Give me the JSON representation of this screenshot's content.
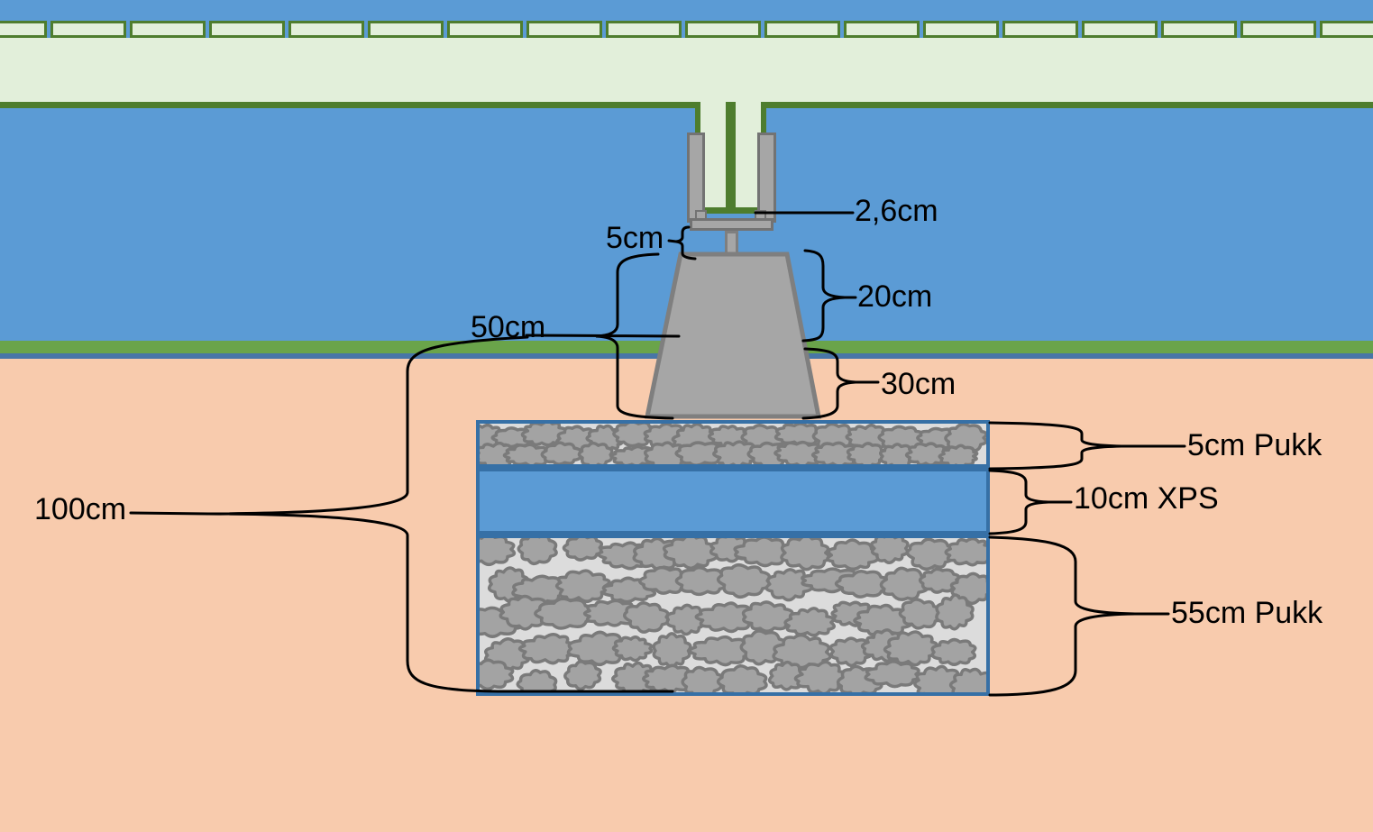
{
  "diagram": {
    "description": "Terrace post foundation cross-section with dimension callouts",
    "callouts": {
      "plate_gap": "2,6cm",
      "post_stem": "5cm",
      "footing_total_height": "50cm",
      "footing_above_ground": "20cm",
      "footing_below_ground": "30cm",
      "excavation_depth": "100cm",
      "gravel_top_layer": "5cm Pukk",
      "insulation_layer": "10cm XPS",
      "gravel_base_layer": "55cm Pukk"
    },
    "colors": {
      "sky": "#5B9BD5",
      "deck_light_green": "#E2EFDA",
      "deck_dark_green": "#4E7D2E",
      "grass": "#6AA44A",
      "ground_line": "#4876A7",
      "soil": "#F8CBAD",
      "concrete": "#A6A6A6",
      "concrete_border": "#7F7F7F",
      "gravel_background": "#DCDCDC",
      "gravel_stone": "#A3A3A3",
      "gravel_stone_border": "#7A7A7A",
      "xps_fill": "#5B9BD5",
      "layer_border": "#3670A6",
      "annotation": "#000000"
    },
    "scene": {
      "deck_board_count": 18
    }
  }
}
